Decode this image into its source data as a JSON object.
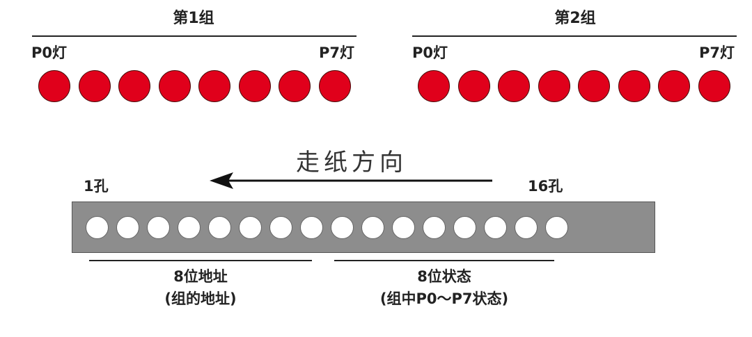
{
  "groups": [
    {
      "title": "第1组",
      "left_label": "P0灯",
      "right_label": "P7灯",
      "lamp_count": 8,
      "lamp_color": "#e0001b"
    },
    {
      "title": "第2组",
      "left_label": "P0灯",
      "right_label": "P7灯",
      "lamp_count": 8,
      "lamp_color": "#e0001b"
    }
  ],
  "tape": {
    "direction_label": "走纸方向",
    "left_hole_label": "1孔",
    "right_hole_label": "16孔",
    "hole_count": 16,
    "tape_color": "#8d8d8d",
    "hole_color": "#ffffff",
    "left_bracket": {
      "line1": "8位地址",
      "line2": "(组的地址)"
    },
    "right_bracket": {
      "line1": "8位状态",
      "line2": "(组中P0～P7状态)"
    }
  }
}
